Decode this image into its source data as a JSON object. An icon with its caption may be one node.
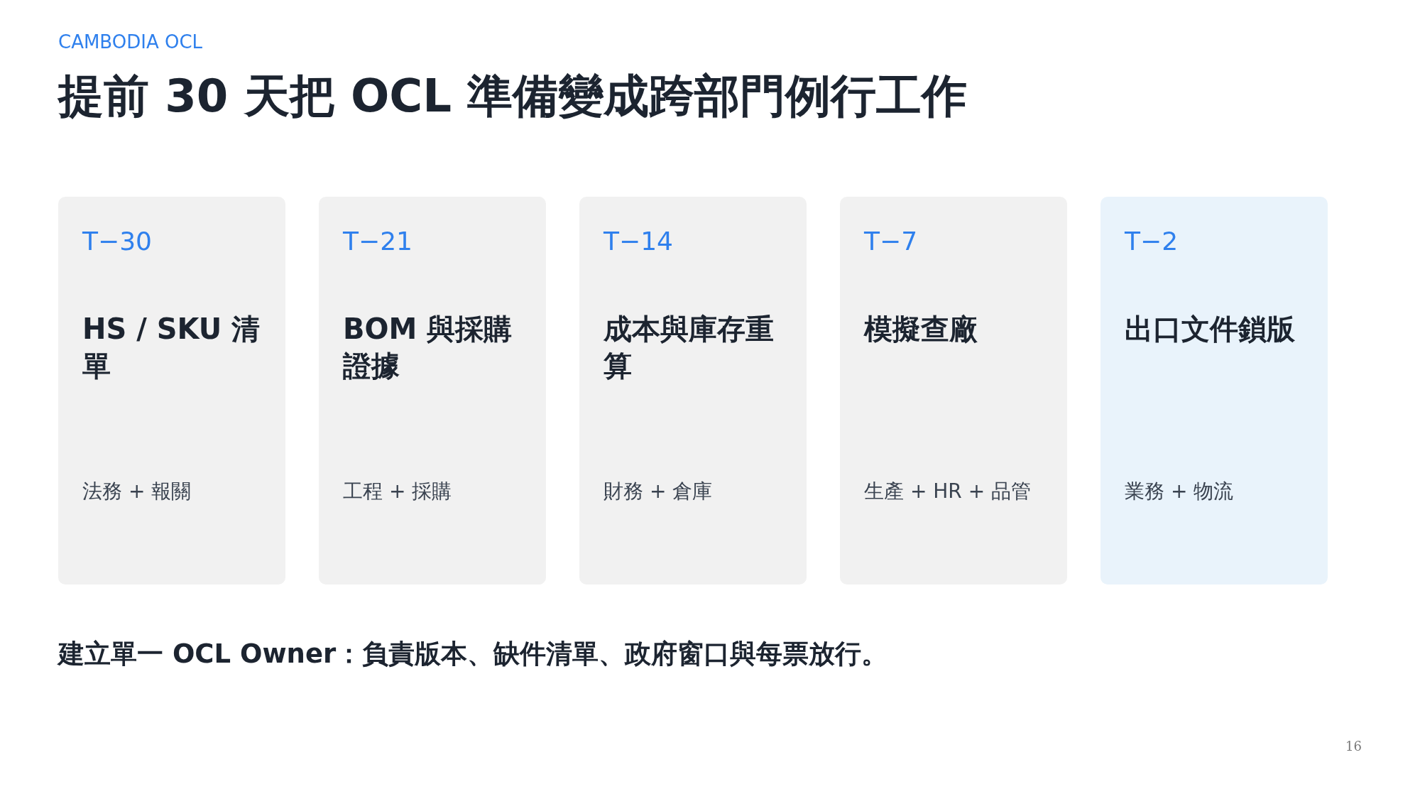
{
  "diagram": {
    "title": "提前 30 天把 OCL 準備變成跨部門例行工作",
    "nodes": [
      {
        "text": [
          "T−30",
          "HS / SKU 清單",
          "法務 + 報關"
        ]
      },
      {
        "text": [
          "T−21",
          "BOM 與採購證據",
          "工程 + 採購"
        ]
      },
      {
        "text": [
          "T−14",
          "成本與庫存重算",
          "財務 + 倉庫"
        ]
      },
      {
        "text": [
          "T−7",
          "模擬查廠",
          "生產 + HR + 品管"
        ]
      },
      {
        "text": [
          "T−2",
          "出口文件鎖版",
          "業務 + 物流"
        ]
      }
    ],
    "labels": [
      "CAMBODIA OCL",
      "建立單一 OCL Owner：負責版本、缺件清單、政府窗口與每票放行。",
      "16"
    ]
  }
}
